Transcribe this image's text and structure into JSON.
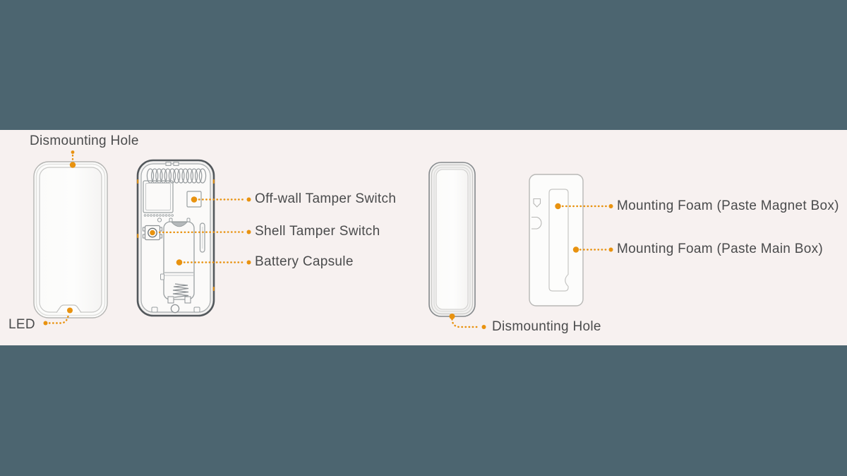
{
  "colors": {
    "background": "#4C6570",
    "panel": "#F7F1F0",
    "accent": "#E8920F",
    "label": "#4A4B4C"
  },
  "labels": {
    "dismounting_hole_top": "Dismounting Hole",
    "led": "LED",
    "off_wall_tamper_switch": "Off-wall Tamper Switch",
    "shell_tamper_switch": "Shell Tamper Switch",
    "battery_capsule": "Battery Capsule",
    "mounting_foam_magnet": "Mounting Foam (Paste Magnet Box)",
    "mounting_foam_main": "Mounting Foam (Paste Main Box)",
    "dismounting_hole_bottom": "Dismounting Hole"
  }
}
